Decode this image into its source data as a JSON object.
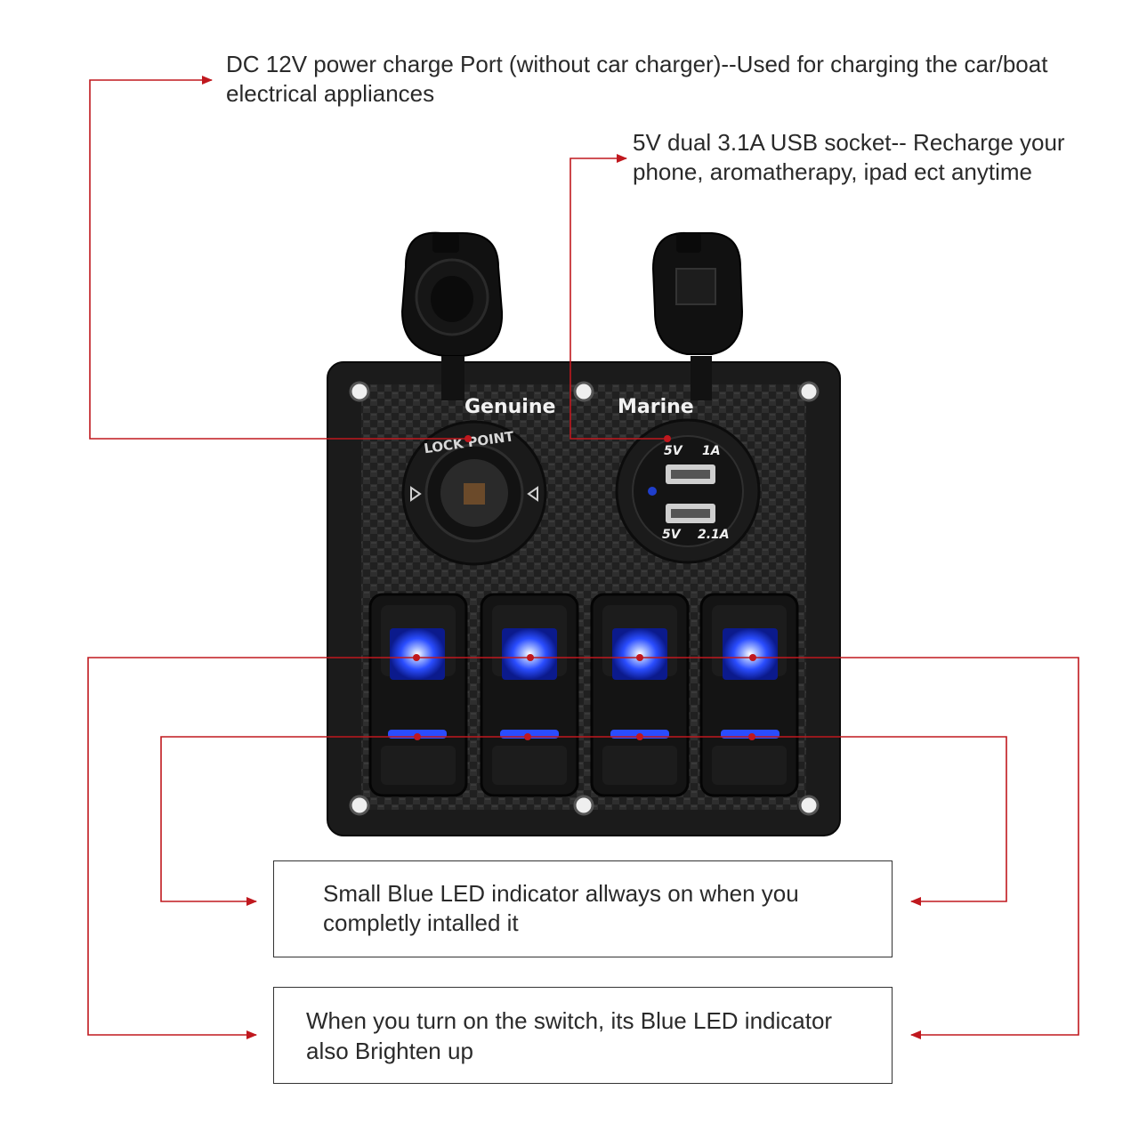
{
  "callouts": {
    "dc_port": {
      "line1": "DC 12V power charge Port (without car charger)--Used for charging the car/boat",
      "line2": "electrical appliances"
    },
    "usb": {
      "line1": "5V dual 3.1A USB socket-- Recharge your",
      "line2": "phone, aromatherapy, ipad ect anytime"
    },
    "small_led": {
      "line1": "Small Blue LED indicator allways on when you",
      "line2": "completly intalled it"
    },
    "switch_led": {
      "line1": "When you turn on the switch, its Blue LED indicator",
      "line2": "also Brighten up"
    }
  },
  "panel": {
    "brand_left": "Genuine",
    "brand_right": "Marine",
    "ring_text": "LOCK POINT",
    "usb_top_volt": "5V",
    "usb_top_amp": "1A",
    "usb_bottom_volt": "5V",
    "usb_bottom_amp": "2.1A"
  },
  "colors": {
    "callout_line": "#c0181e",
    "led_blue": "#2a4dff",
    "panel_body": "#1b1b1b"
  }
}
